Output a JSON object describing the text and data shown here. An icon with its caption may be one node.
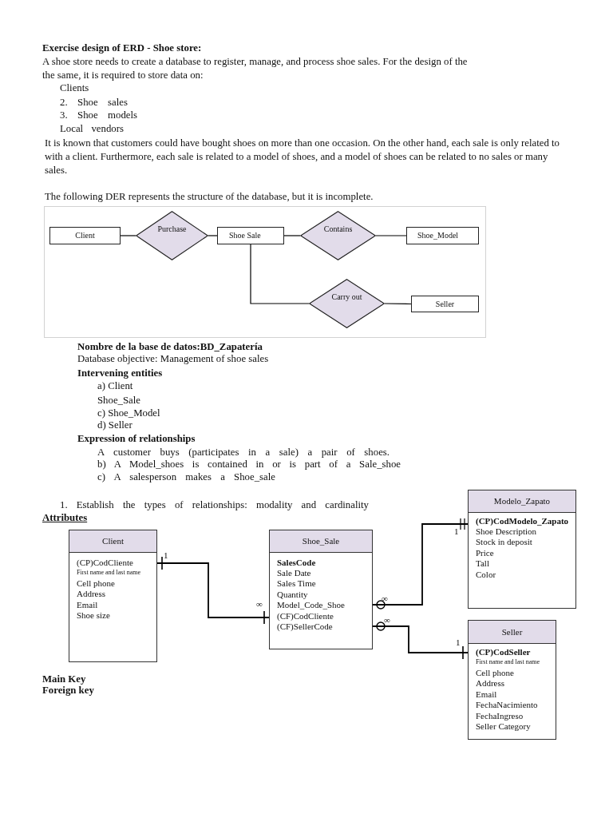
{
  "diagram": {
    "title": "Exercise design of ERD - Shoe store:",
    "nodes": [
      {
        "text": [
          "Client"
        ]
      },
      {
        "text": [
          "Purchase"
        ]
      },
      {
        "text": [
          "Shoe Sale"
        ]
      },
      {
        "text": [
          "Contains"
        ]
      },
      {
        "text": [
          "Shoe_Model"
        ]
      },
      {
        "text": [
          "Carry out"
        ]
      },
      {
        "text": [
          "Seller"
        ]
      },
      {
        "text": [
          "Client",
          "(CP)CodCliente",
          "First name and last name",
          "Cell phone",
          "Address",
          "Email",
          "Shoe size"
        ]
      },
      {
        "text": [
          "Shoe_Sale",
          "SalesCode",
          "Sale Date",
          "Sales Time",
          "Quantity",
          "Model_Code_Shoe",
          "(CF)CodCliente",
          "(CF)SellerCode"
        ]
      },
      {
        "text": [
          "Modelo_Zapato",
          "(CP)CodModelo_Zapato",
          "Shoe Description",
          "Stock in deposit",
          "Price",
          "Tall",
          "Color"
        ]
      },
      {
        "text": [
          "Seller",
          "(CP)CodSeller",
          "First name and last name",
          "Cell phone",
          "Address",
          "Email",
          "FechaNacimiento",
          "FechaIngreso",
          "Seller Category"
        ]
      }
    ],
    "edges": [
      {
        "from": 0,
        "to": 1,
        "arrow": "none"
      },
      {
        "from": 1,
        "to": 2,
        "arrow": "none"
      },
      {
        "from": 2,
        "to": 3,
        "arrow": "none"
      },
      {
        "from": 3,
        "to": 4,
        "arrow": "none"
      },
      {
        "from": 2,
        "to": 5,
        "arrow": "none"
      },
      {
        "from": 5,
        "to": 6,
        "arrow": "none"
      },
      {
        "from": 7,
        "to": 8,
        "arrow": "other"
      },
      {
        "from": 8,
        "to": 9,
        "arrow": "other"
      },
      {
        "from": 8,
        "to": 10,
        "arrow": "other"
      }
    ],
    "labels": [
      "A shoe store needs to create a database to register, manage, and process shoe sales. For the design of the the same, it is required to store data on:",
      "Clients",
      "2. Shoe sales",
      "3. Shoe models",
      "Local vendors",
      "It is known that customers could have bought shoes on more than one occasion. On the other hand, each sale is only related to with a client. Furthermore, each sale is related to a model of shoes, and a model of shoes can be related to no sales or many sales.",
      "The following DER represents the structure of the database, but it is incomplete.",
      "Nombre de la base de datos:BD_Zapatería",
      "Database objective: Management of shoe sales",
      "Intervening entities",
      "a) Client",
      "Shoe_Sale",
      "c) Shoe_Model",
      "d) Seller",
      "Expression of relationships",
      "A customer buys (participates in a sale) a pair of shoes.",
      "b) A Model_shoes is contained in or is part of a Sale_shoe",
      "c) A salesperson makes a Shoe_sale",
      "1. Establish the types of relationships: modality and cardinality",
      "Attributes",
      "1",
      "1",
      "∞",
      "∞",
      "∞",
      "1",
      "Main Key",
      "Foreign key"
    ]
  }
}
